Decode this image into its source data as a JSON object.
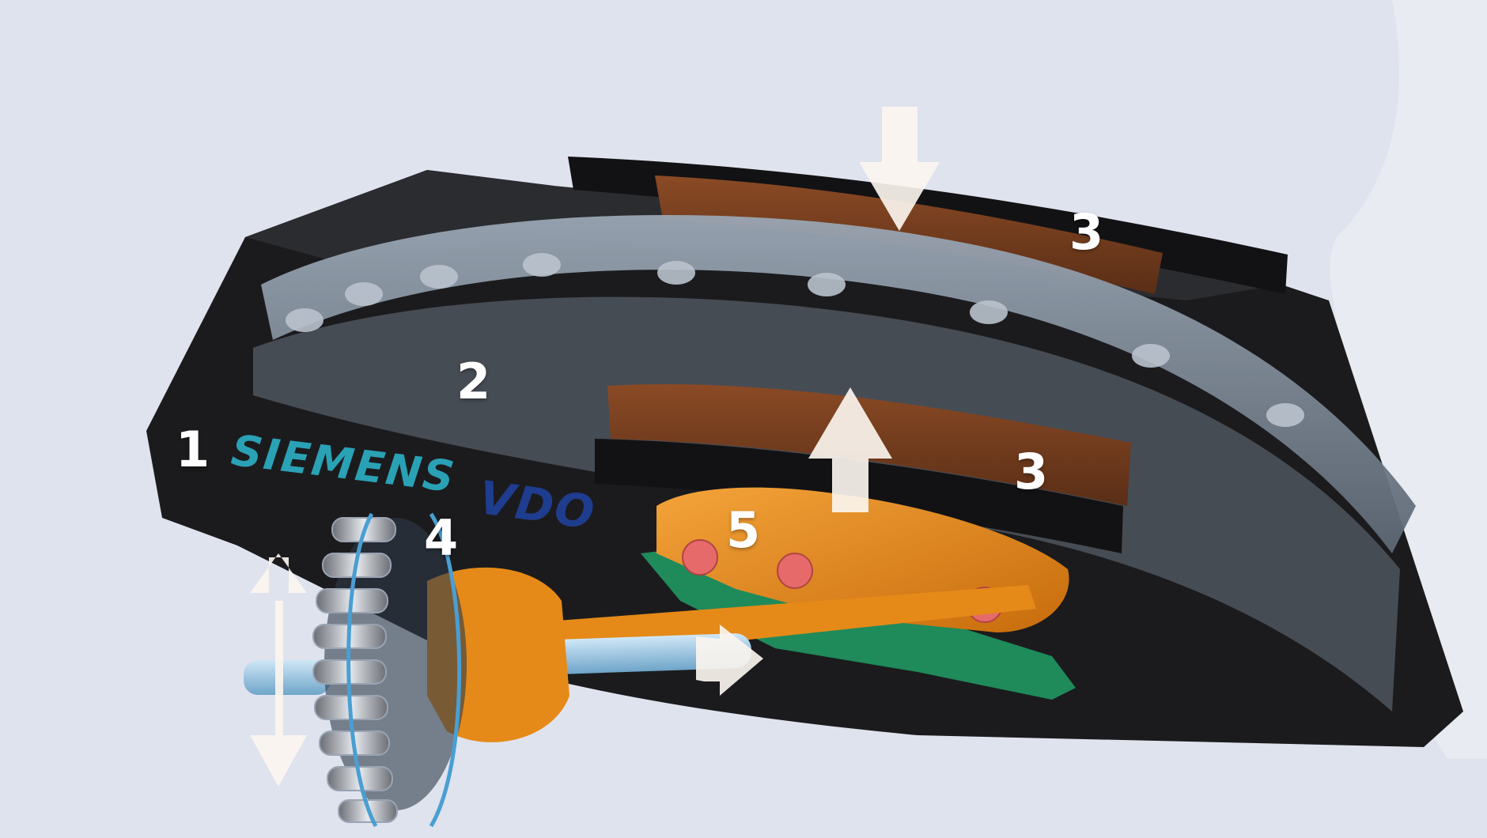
{
  "diagram": {
    "callouts": [
      "1",
      "2",
      "3",
      "3",
      "4",
      "5"
    ],
    "brand": {
      "primary": "SIEMENS",
      "secondary": "VDO",
      "primary_color": "#2aa1b5",
      "secondary_color": "#1f3d8f"
    },
    "colors": {
      "background": "#dfe3ee",
      "caliper": "#1b1b1d",
      "rotor": "#7f8a98",
      "pad": "#6e3a1d",
      "wedge": "#e58a18",
      "base_plate": "#1f8a5a",
      "piston": "#e76a6a",
      "arrow": "#fbf6ef"
    },
    "icons": {
      "force_arrow": "arrow-icon",
      "bearing": "roller-bearing-icon"
    }
  }
}
